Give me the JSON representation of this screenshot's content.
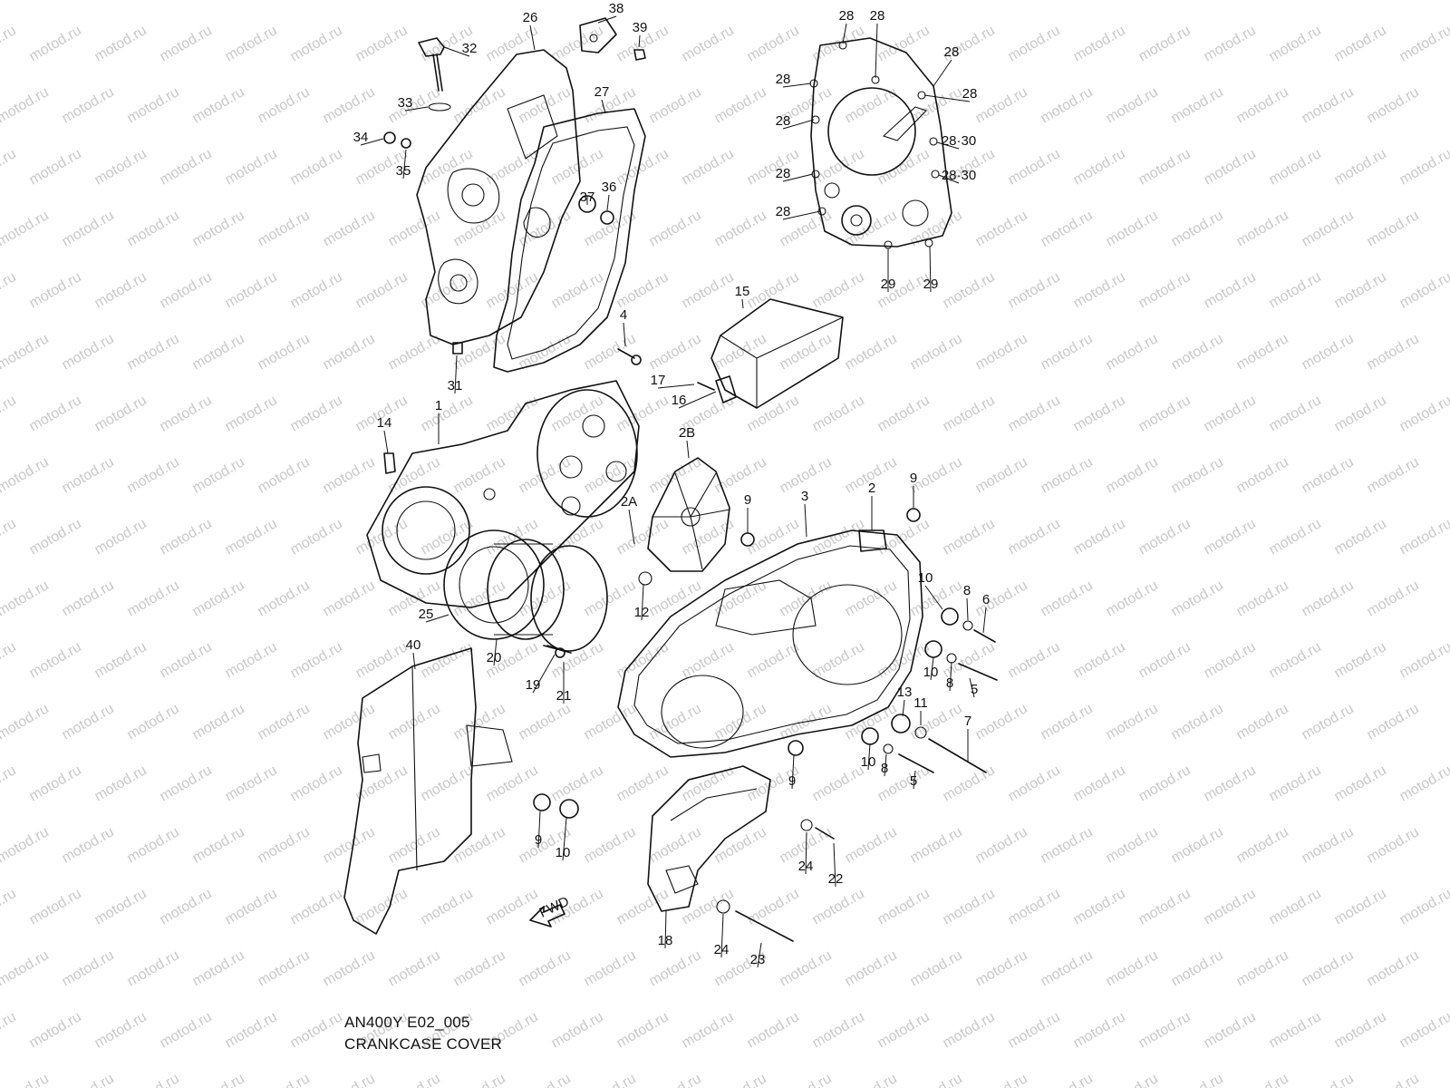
{
  "caption": {
    "model_code": "AN400Y E02_005",
    "title": "CRANKCASE COVER"
  },
  "watermark": "motod.ru",
  "fwd_label": "FWD",
  "callouts": [
    "1",
    "2",
    "2A",
    "2B",
    "3",
    "4",
    "5",
    "5",
    "6",
    "7",
    "8",
    "8",
    "8",
    "9",
    "9",
    "9",
    "9",
    "10",
    "10",
    "10",
    "10",
    "11",
    "12",
    "13",
    "14",
    "15",
    "16",
    "17",
    "18",
    "19",
    "20",
    "21",
    "22",
    "23",
    "24",
    "24",
    "25",
    "26",
    "27",
    "28",
    "28",
    "28",
    "28",
    "28",
    "28",
    "28",
    "28",
    "28·30",
    "28·30",
    "29",
    "29",
    "31",
    "32",
    "33",
    "34",
    "35",
    "36",
    "37",
    "38",
    "39",
    "40"
  ]
}
